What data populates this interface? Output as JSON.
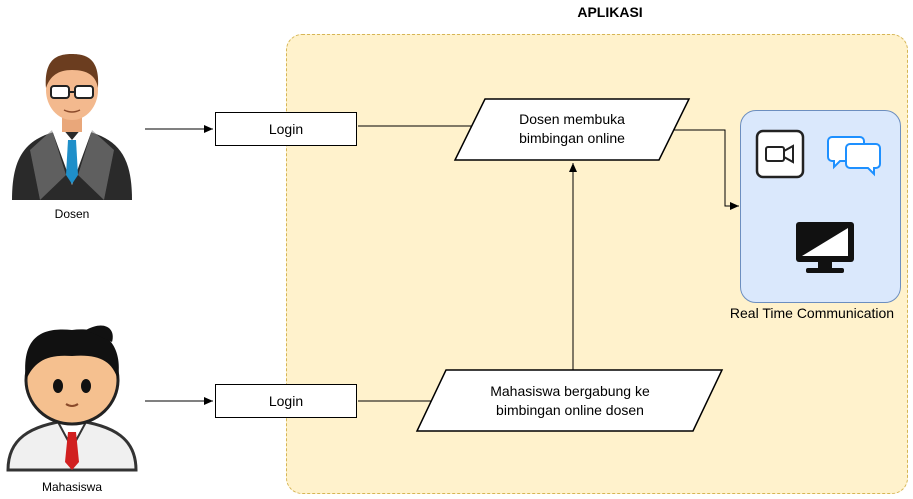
{
  "diagram": {
    "title": "APLIKASI",
    "actors": {
      "dosen": {
        "label": "Dosen"
      },
      "mahasiswa": {
        "label": "Mahasiswa"
      }
    },
    "steps": {
      "login_dosen": {
        "label": "Login"
      },
      "login_mahasiswa": {
        "label": "Login"
      },
      "dosen_membuka": {
        "line1": "Dosen membuka",
        "line2": "bimbingan online"
      },
      "mahasiswa_bergabung": {
        "line1": "Mahasiswa bergabung ke",
        "line2": "bimbingan online dosen"
      }
    },
    "rtc": {
      "label": "Real Time Communication",
      "icons": [
        "video-camera-icon",
        "chat-bubbles-icon",
        "monitor-icon"
      ]
    },
    "colors": {
      "app_fill": "#fff2cc",
      "app_border": "#d6b656",
      "rtc_fill": "#dae8fc",
      "rtc_border": "#6c8ebf",
      "chat_icon": "#1e90ff"
    }
  }
}
